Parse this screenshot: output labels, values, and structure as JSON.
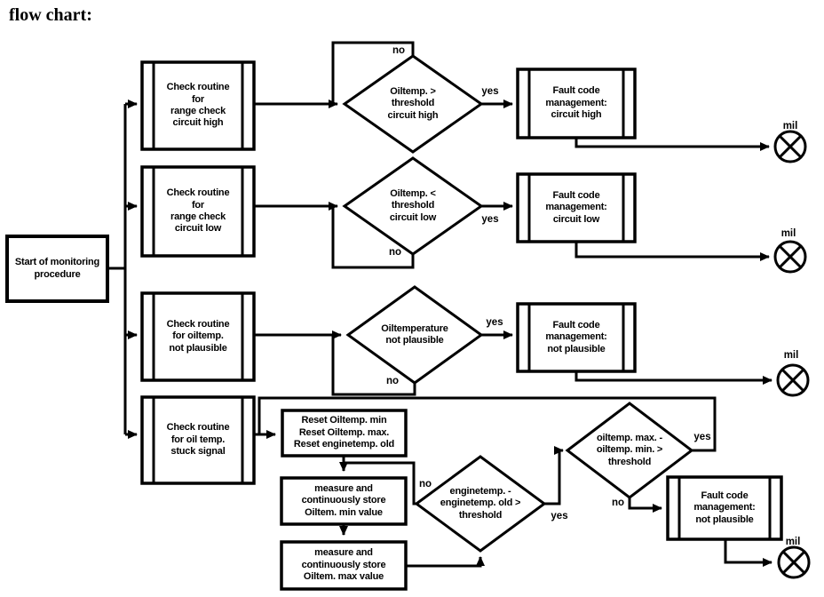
{
  "title": "flow chart:",
  "colors": {
    "ink": "#000000",
    "background": "#ffffff"
  },
  "nodes": {
    "start": "Start of monitoring procedure",
    "check_circuit_high": "Check routine\nfor\nrange check\ncircuit high",
    "check_circuit_low": "Check routine\nfor\nrange check\ncircuit low",
    "check_not_plausible": "Check routine\nfor oiltemp.\nnot plausible",
    "check_stuck_signal": "Check routine\nfor oil temp.\nstuck signal",
    "decision_circuit_high": "Oiltemp. >\nthreshold\ncircuit high",
    "decision_circuit_low": "Oiltemp. <\nthreshold\ncircuit low",
    "decision_not_plausible": "Oiltemperature\nnot plausible",
    "decision_enginetemp": "enginetemp. -\nenginetemp. old >\nthreshold",
    "decision_oiltemp_range": "oiltemp. max. -\noiltemp. min. >\nthreshold",
    "fault_circuit_high": "Fault code\nmanagement:\ncircuit high",
    "fault_circuit_low": "Fault code\nmanagement:\ncircuit low",
    "fault_not_plausible": "Fault code\nmanagement:\nnot plausible",
    "fault_stuck_not_plausible": "Fault code\nmanagement:\nnot plausible",
    "reset": "Reset Oiltemp. min\nReset Oiltemp. max.\nReset enginetemp. old",
    "measure_min": "measure and\ncontinuously store\nOiltem. min value",
    "measure_max": "measure and\ncontinuously store\nOiltem. max value"
  },
  "edge_labels": {
    "yes": "yes",
    "no": "no",
    "mil": "mil"
  }
}
